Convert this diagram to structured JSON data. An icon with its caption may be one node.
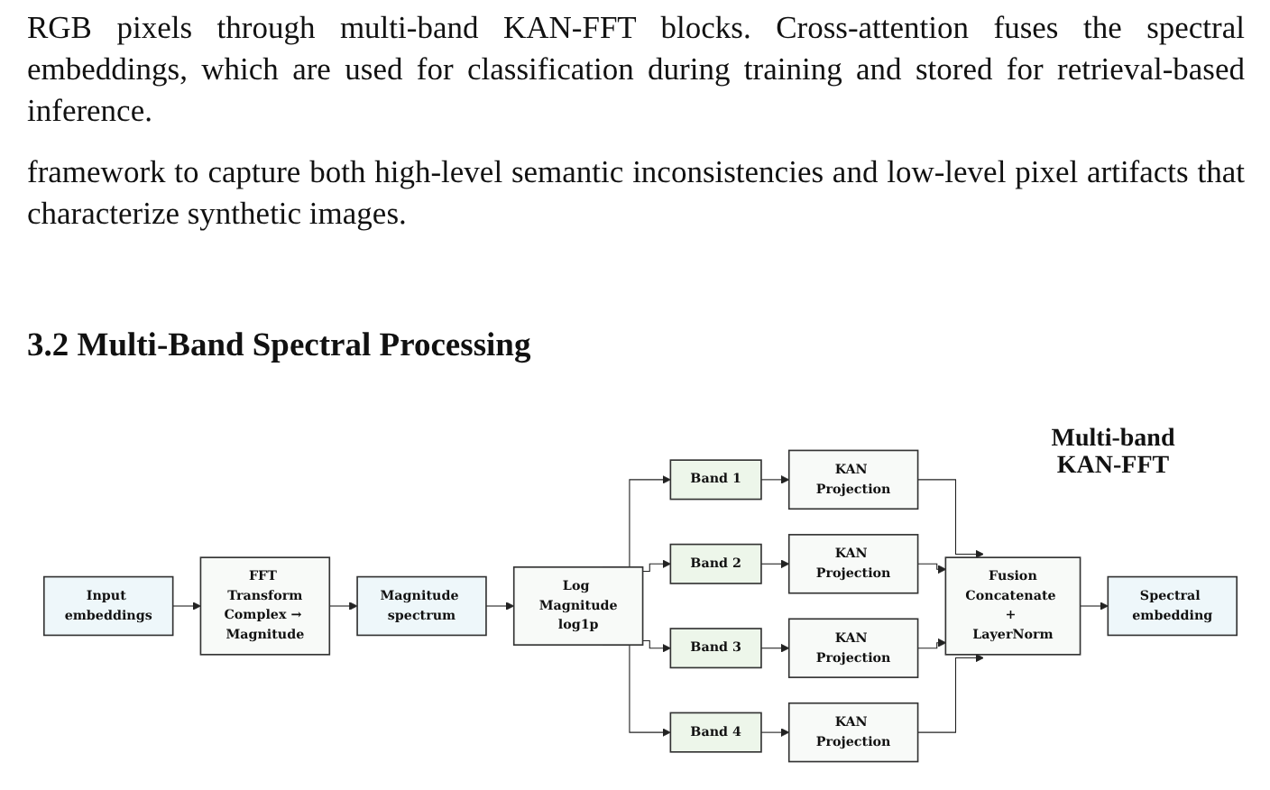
{
  "diagram": {
    "title": "Multi-band KAN-FFT",
    "nodes": [
      {
        "text": [
          "Input embeddings"
        ]
      },
      {
        "text": [
          "FFT Transform",
          "Complex → Magnitude"
        ]
      },
      {
        "text": [
          "Magnitude spectrum"
        ]
      },
      {
        "text": [
          "Log Magnitude",
          "log1p"
        ]
      },
      {
        "text": [
          "Band 1"
        ]
      },
      {
        "text": [
          "Band 2"
        ]
      },
      {
        "text": [
          "Band 3"
        ]
      },
      {
        "text": [
          "Band 4"
        ]
      },
      {
        "text": [
          "KAN Projection"
        ]
      },
      {
        "text": [
          "KAN Projection"
        ]
      },
      {
        "text": [
          "KAN Projection"
        ]
      },
      {
        "text": [
          "KAN Projection"
        ]
      },
      {
        "text": [
          "Fusion",
          "Concatenate + LayerNorm"
        ]
      },
      {
        "text": [
          "Spectral embedding"
        ]
      }
    ],
    "edges": [
      {
        "from": 0,
        "to": 1,
        "arrow": "to"
      },
      {
        "from": 1,
        "to": 2,
        "arrow": "to"
      },
      {
        "from": 2,
        "to": 3,
        "arrow": "to"
      },
      {
        "from": 3,
        "to": 4,
        "arrow": "to"
      },
      {
        "from": 3,
        "to": 5,
        "arrow": "to"
      },
      {
        "from": 3,
        "to": 6,
        "arrow": "to"
      },
      {
        "from": 3,
        "to": 7,
        "arrow": "to"
      },
      {
        "from": 4,
        "to": 8,
        "arrow": "to"
      },
      {
        "from": 5,
        "to": 9,
        "arrow": "to"
      },
      {
        "from": 6,
        "to": 10,
        "arrow": "to"
      },
      {
        "from": 7,
        "to": 11,
        "arrow": "to"
      },
      {
        "from": 8,
        "to": 12,
        "arrow": "to"
      },
      {
        "from": 9,
        "to": 12,
        "arrow": "to"
      },
      {
        "from": 10,
        "to": 12,
        "arrow": "to"
      },
      {
        "from": 11,
        "to": 12,
        "arrow": "to"
      },
      {
        "from": 12,
        "to": 13,
        "arrow": "to"
      }
    ],
    "labels": [
      "RGB pixels through multi-band KAN-FFT blocks. Cross-attention fuses the spectral embeddings, which are used for classification during training and stored for retrieval-based inference.",
      "framework to capture both high-level semantic inconsistencies and low-level pixel artifacts that characterize synthetic images.",
      "3.2 Multi-Band Spectral Processing"
    ]
  }
}
